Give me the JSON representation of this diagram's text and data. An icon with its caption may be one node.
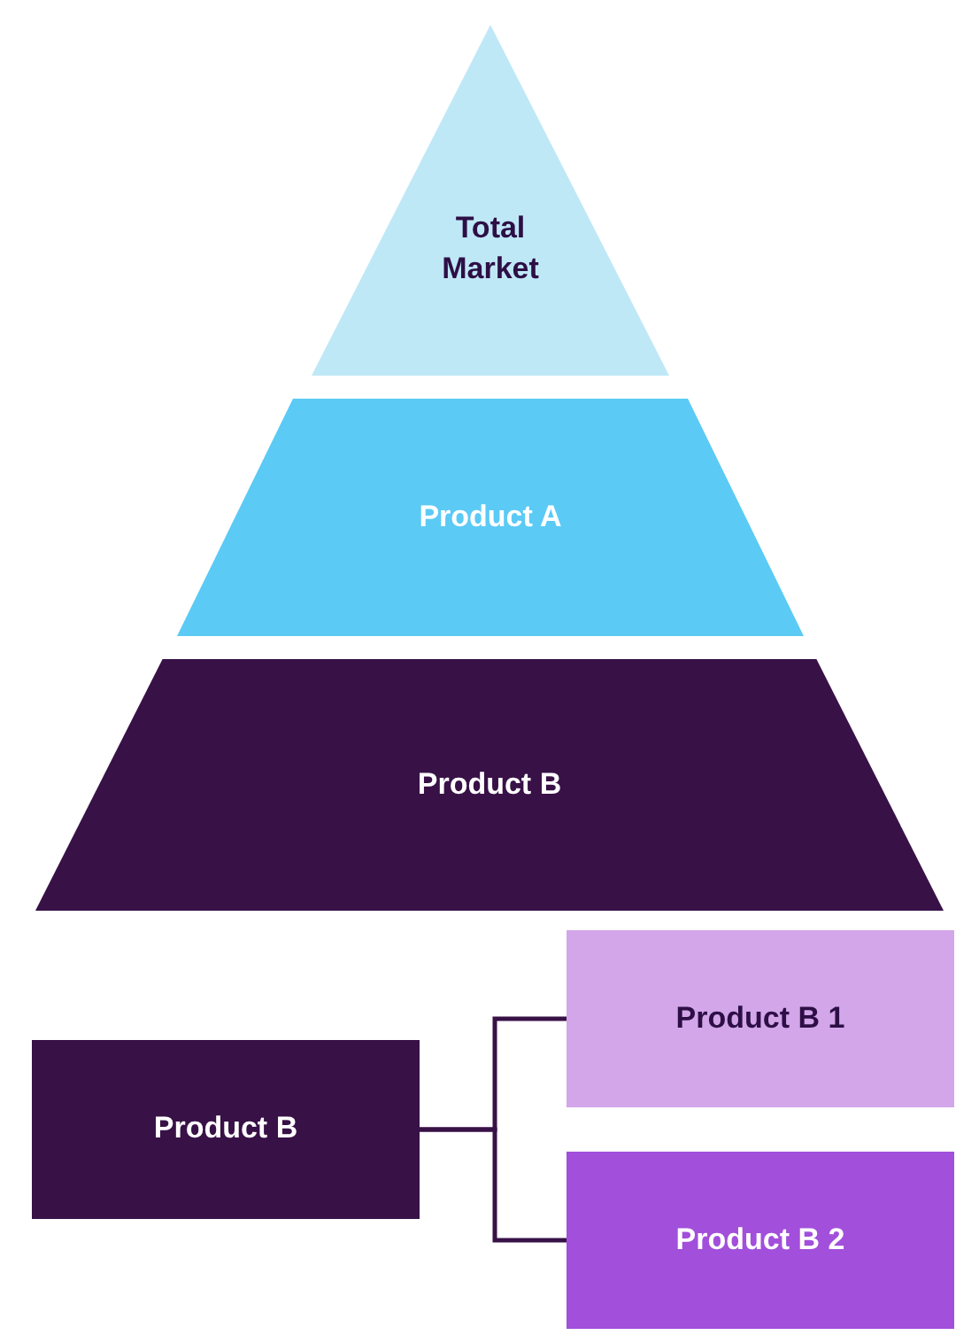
{
  "diagram": {
    "nodes": [
      {
        "text": [
          "Total Market"
        ]
      },
      {
        "text": [
          "Product A"
        ]
      },
      {
        "text": [
          "Product B"
        ]
      },
      {
        "text": [
          "Product B"
        ]
      },
      {
        "text": [
          "Product B 1"
        ]
      },
      {
        "text": [
          "Product B 2"
        ]
      }
    ],
    "edges": [
      {
        "from": 3,
        "to": 4,
        "arrow": "none"
      },
      {
        "from": 3,
        "to": 5,
        "arrow": "none"
      }
    ]
  }
}
